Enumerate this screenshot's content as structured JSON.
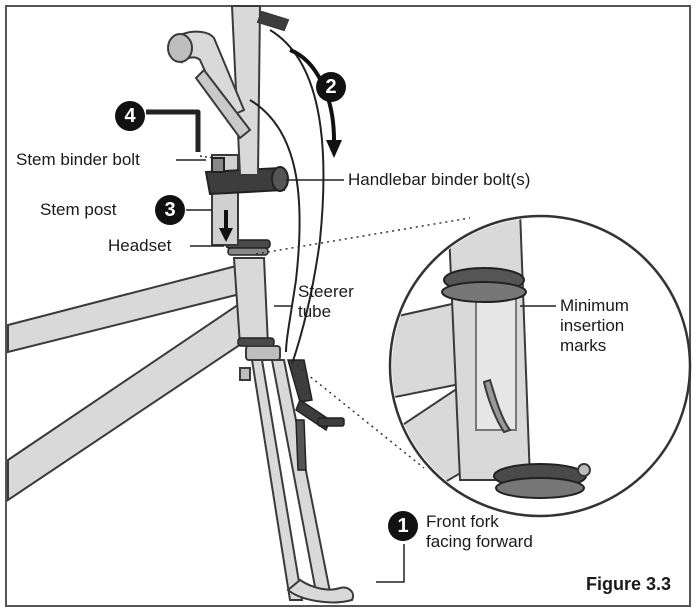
{
  "figure": {
    "caption": "Figure 3.3"
  },
  "steps": [
    {
      "number": "1",
      "text": "Front fork\nfacing forward"
    },
    {
      "number": "2",
      "text": ""
    },
    {
      "number": "3",
      "text": "Stem post"
    },
    {
      "number": "4",
      "text": ""
    }
  ],
  "labels": {
    "stem_binder_bolt": "Stem binder bolt",
    "handlebar_binder_bolts": "Handlebar binder bolt(s)",
    "stem_post": "Stem post",
    "headset": "Headset",
    "steerer_tube": "Steerer\ntube",
    "minimum_insertion_marks": "Minimum\ninsertion\nmarks",
    "front_fork": "Front fork\nfacing forward"
  },
  "colors": {
    "frame_fill": "#d9d9d9",
    "frame_stroke": "#3a3a3a",
    "dark_part": "#3d3d3d",
    "badge": "#111111",
    "border": "#555555"
  },
  "icons": [
    "hex-key-icon",
    "direction-arrow-icon"
  ]
}
